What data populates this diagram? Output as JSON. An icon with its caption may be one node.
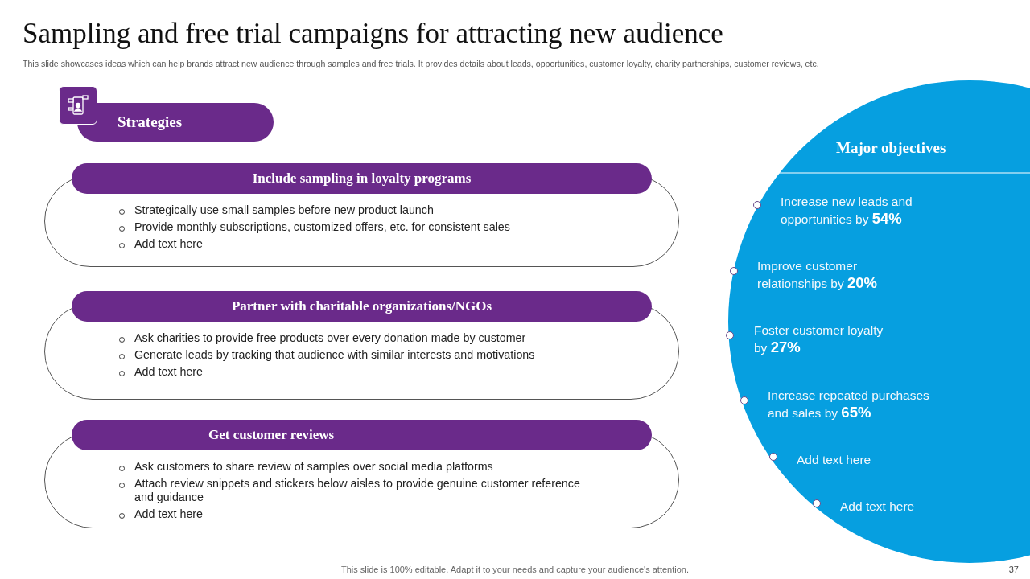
{
  "diagram": {
    "title": "Sampling and free trial campaigns for attracting new audience",
    "nodes": [
      {
        "text": [
          "Strategies"
        ]
      },
      {
        "text": [
          "Include sampling in loyalty programs",
          "Strategically use small samples before new product launch",
          "Provide monthly subscriptions, customized offers, etc. for consistent sales",
          "Add text here"
        ]
      },
      {
        "text": [
          "Partner with charitable organizations/NGOs",
          "Ask charities to provide free products over every donation made by customer",
          "Generate leads by tracking that audience with similar interests and motivations",
          "Add text here"
        ]
      },
      {
        "text": [
          "Get customer reviews",
          "Ask customers to share review of samples over social media platforms",
          "Attach review snippets and stickers below aisles to provide genuine customer reference and guidance",
          "Add text here"
        ]
      },
      {
        "text": [
          "Major objectives"
        ]
      },
      {
        "text": [
          "Increase new leads and opportunities by **54%**"
        ],
        "in": 4
      },
      {
        "text": [
          "Improve customer relationships by **20%**"
        ],
        "in": 4
      },
      {
        "text": [
          "Foster customer loyalty by **27%**"
        ],
        "in": 4
      },
      {
        "text": [
          "Increase repeated purchases and sales by **65%**"
        ],
        "in": 4
      },
      {
        "text": [
          "Add text here"
        ],
        "in": 4
      },
      {
        "text": [
          "Add text here"
        ],
        "in": 4
      }
    ],
    "edges": [],
    "labels": [
      "This slide showcases ideas which can help brands attract new audience through samples and free trials. It provides details about leads, opportunities, customer loyalty, charity partnerships, customer reviews, etc.",
      "This slide is 100% editable. Adapt it to your needs and capture your audience's attention.",
      "37"
    ]
  }
}
